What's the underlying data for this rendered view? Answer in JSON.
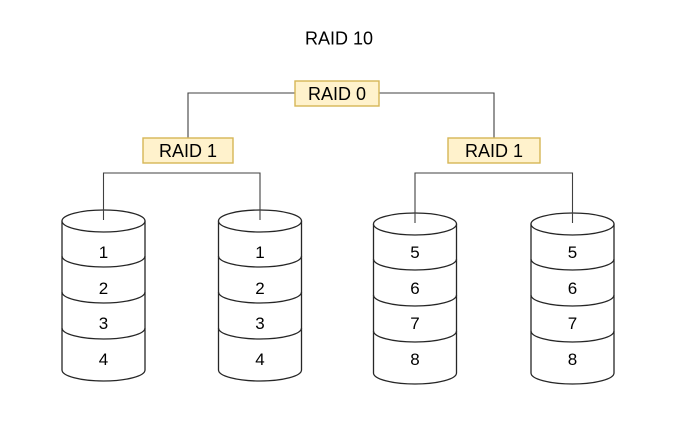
{
  "title": "RAID 10",
  "nodes": {
    "raid0": {
      "label": "RAID 0"
    },
    "raid1_left": {
      "label": "RAID 1"
    },
    "raid1_right": {
      "label": "RAID 1"
    }
  },
  "disks": [
    {
      "segments": [
        "1",
        "2",
        "3",
        "4"
      ]
    },
    {
      "segments": [
        "1",
        "2",
        "3",
        "4"
      ]
    },
    {
      "segments": [
        "5",
        "6",
        "7",
        "8"
      ]
    },
    {
      "segments": [
        "5",
        "6",
        "7",
        "8"
      ]
    }
  ],
  "colors": {
    "background": "#ffffff",
    "box_fill": "#fff2cc",
    "box_border": "#d6b656",
    "line": "#404040",
    "cylinder_stroke": "#262626",
    "cylinder_fill": "#ffffff",
    "text": "#000000"
  }
}
